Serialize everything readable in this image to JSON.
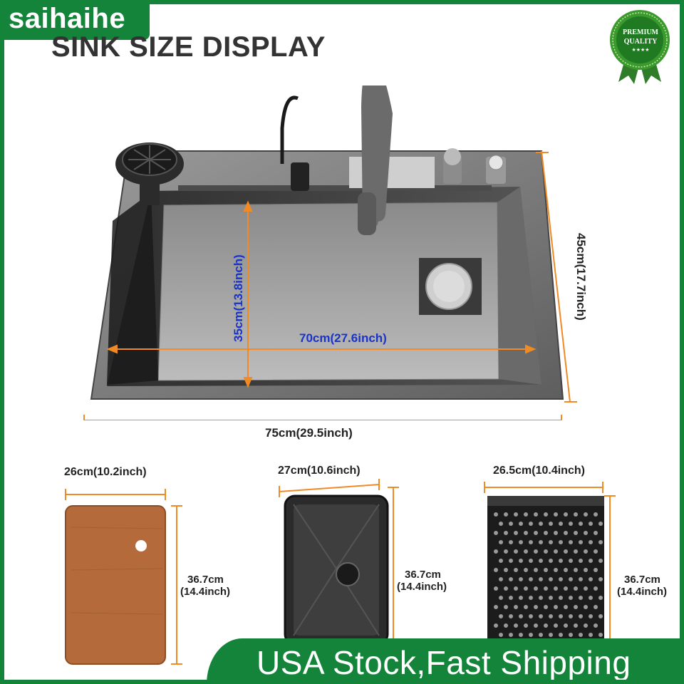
{
  "brand": {
    "name": "saihaihe"
  },
  "header": {
    "title": "SINK SIZE DISPLAY"
  },
  "badge": {
    "line1": "PREMIUM",
    "line2": "QUALITY",
    "stars": "★★★★"
  },
  "sink": {
    "width_outer": "75cm(29.5inch)",
    "depth_outer": "45cm(17.7inch)",
    "width_inner": "70cm(27.6inch)",
    "depth_inner": "35cm(13.8inch)"
  },
  "accessories": [
    {
      "name": "cutting board",
      "width": "26cm(10.2inch)",
      "height_cm": "36.7cm",
      "height_in": "(14.4inch)"
    },
    {
      "name": "drain basket",
      "width": "27cm(10.6inch)",
      "height_cm": "36.7cm",
      "height_in": "(14.4inch)"
    },
    {
      "name": "colander tray",
      "width": "26.5cm(10.4inch)",
      "height_cm": "36.7cm",
      "height_in": "(14.4inch)"
    }
  ],
  "footer": {
    "text": "USA Stock,Fast Shipping"
  },
  "colors": {
    "brand_green": "#14843a",
    "dimension_orange": "#f08a24",
    "inner_label_blue": "#1a33c8"
  }
}
